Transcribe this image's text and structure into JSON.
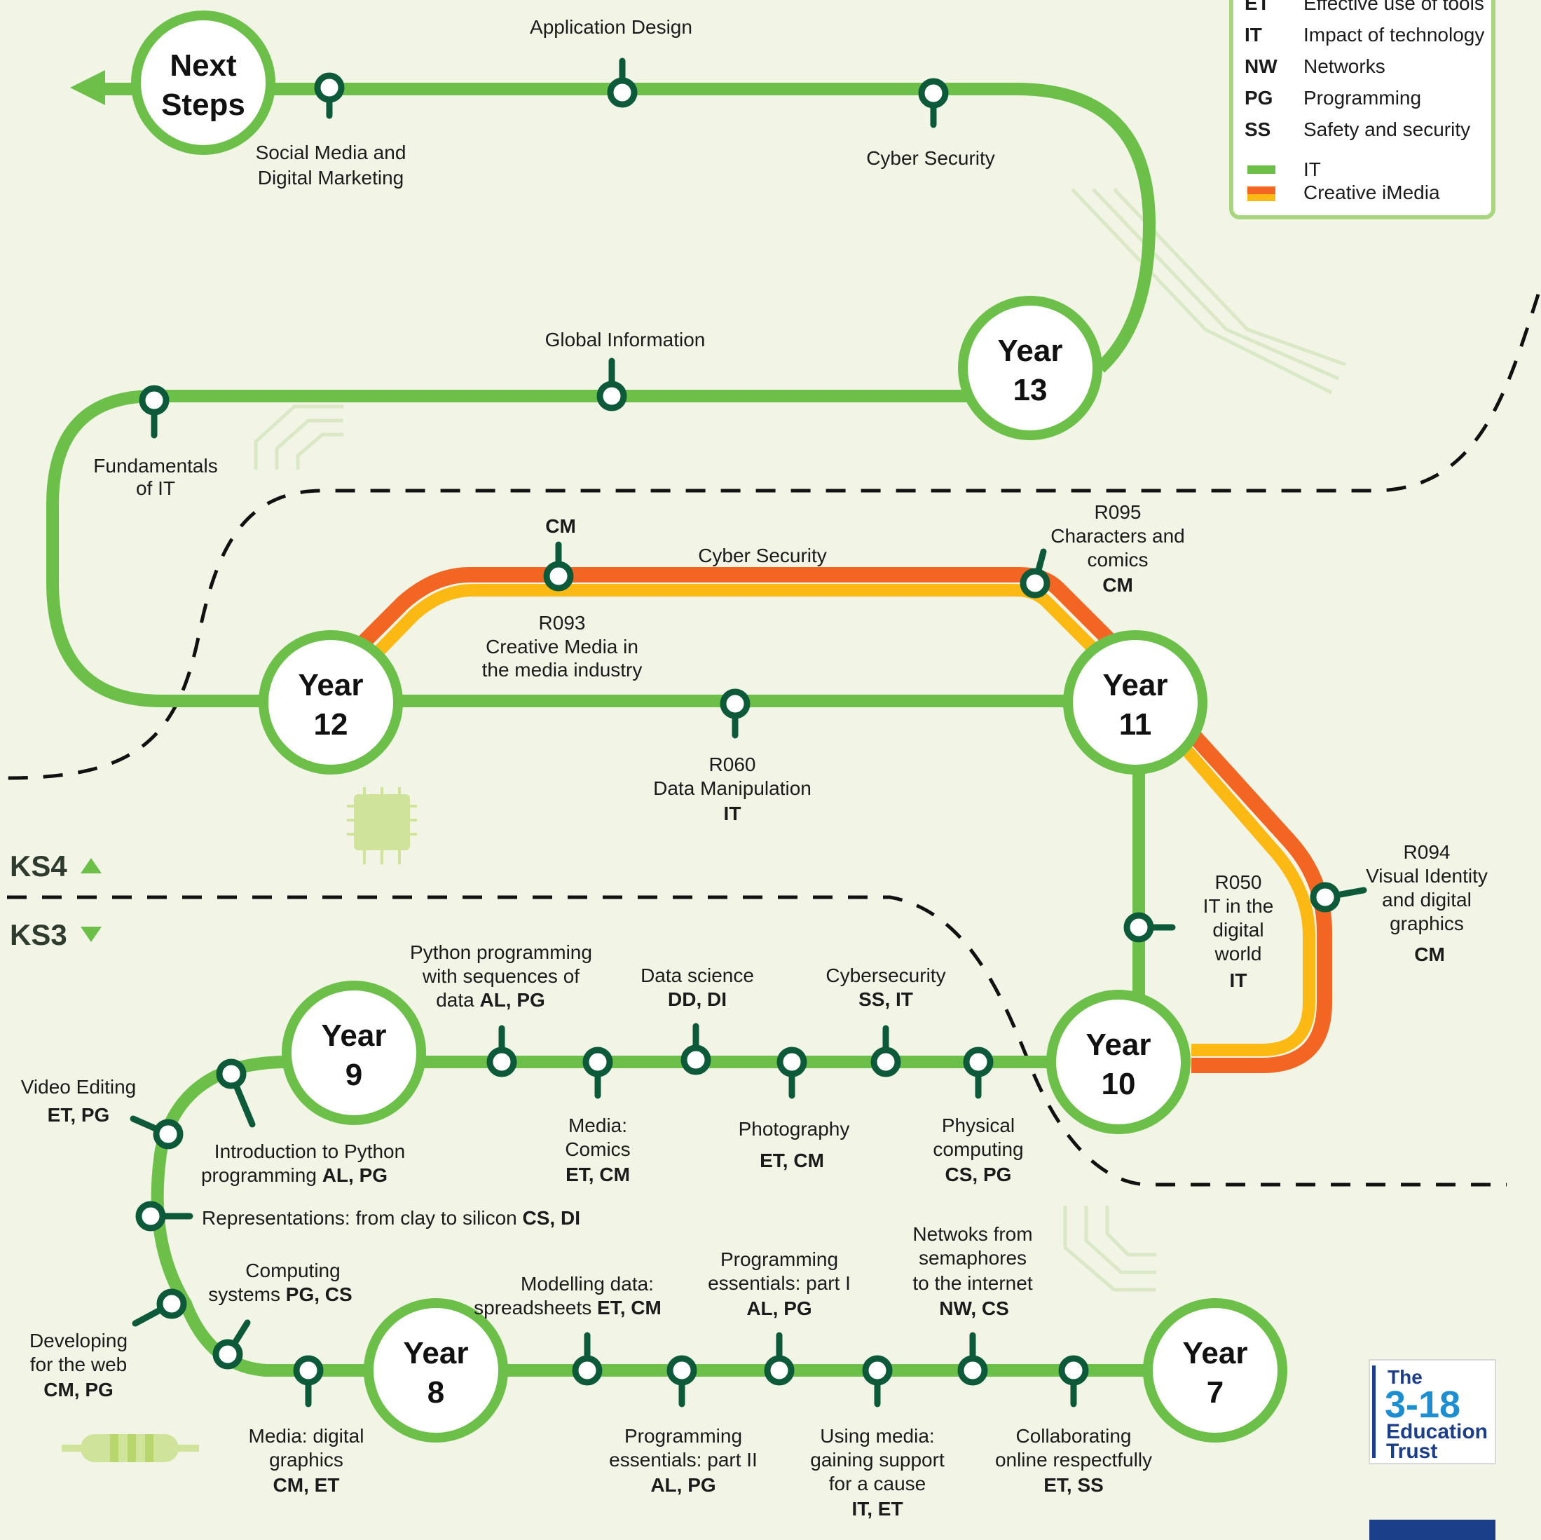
{
  "stations": {
    "next_steps": {
      "line1": "Next",
      "line2": "Steps"
    },
    "y13": {
      "line1": "Year",
      "line2": "13"
    },
    "y12": {
      "line1": "Year",
      "line2": "12"
    },
    "y11": {
      "line1": "Year",
      "line2": "11"
    },
    "y10": {
      "line1": "Year",
      "line2": "10"
    },
    "y9": {
      "line1": "Year",
      "line2": "9"
    },
    "y8": {
      "line1": "Year",
      "line2": "8"
    },
    "y7": {
      "line1": "Year",
      "line2": "7"
    }
  },
  "stops": {
    "social_media": {
      "l1": "Social Media and",
      "l2": "Digital Marketing"
    },
    "app_design": {
      "l1": "Application Design"
    },
    "cyber_y13": {
      "l1": "Cyber Security"
    },
    "global_info": {
      "l1": "Global Information"
    },
    "fundamentals": {
      "l1": "Fundamentals",
      "l2": "of IT"
    },
    "cm_top": {
      "code": "CM"
    },
    "cyber_y12": {
      "l1": "Cyber Security"
    },
    "r095": {
      "l1": "R095",
      "l2": "Characters and",
      "l3": "comics",
      "code": "CM"
    },
    "r093": {
      "l1": "R093",
      "l2": "Creative Media in",
      "l3": "the media industry"
    },
    "r060": {
      "l1": "R060",
      "l2": "Data Manipulation",
      "code": "IT"
    },
    "r050": {
      "l1": "R050",
      "l2": "IT in the",
      "l3": "digital",
      "l4": "world",
      "code": "IT"
    },
    "r094": {
      "l1": "R094",
      "l2": "Visual Identity",
      "l3": "and digital",
      "l4": "graphics",
      "code": "CM"
    },
    "python_seq": {
      "l1": "Python programming",
      "l2": "with sequences of",
      "l3": "data ",
      "code": "AL, PG"
    },
    "data_science": {
      "l1": "Data science",
      "code": "DD, DI"
    },
    "cybersecurity": {
      "l1": "Cybersecurity",
      "code": "SS, IT"
    },
    "media_comics": {
      "l1": "Media:",
      "l2": "Comics",
      "code": "ET, CM"
    },
    "photography": {
      "l1": "Photography",
      "code": "ET, CM"
    },
    "physical": {
      "l1": "Physical",
      "l2": "computing",
      "code": "CS, PG"
    },
    "video_editing": {
      "l1": "Video Editing",
      "code": "ET, PG"
    },
    "intro_python": {
      "l1": "Introduction to Python",
      "l2": "programming ",
      "code": "AL, PG"
    },
    "representations": {
      "l1": "Representations: from clay to silicon ",
      "code": "CS, DI"
    },
    "computing_systems": {
      "l1": "Computing",
      "l2": "systems ",
      "code": "PG, CS"
    },
    "developing_web": {
      "l1": "Developing",
      "l2": "for the web",
      "code": "CM, PG"
    },
    "media_digital": {
      "l1": "Media: digital",
      "l2": "graphics",
      "code": "CM, ET"
    },
    "modelling": {
      "l1": "Modelling data:",
      "l2": "spreadsheets ",
      "code": "ET, CM"
    },
    "prog_ess_1": {
      "l1": "Programming",
      "l2": "essentials: part I",
      "code": "AL, PG"
    },
    "networks": {
      "l1": "Netwoks from",
      "l2": "semaphores",
      "l3": "to the internet",
      "code": "NW, CS"
    },
    "prog_ess_2": {
      "l1": "Programming",
      "l2": "essentials: part II",
      "code": "AL, PG"
    },
    "using_media": {
      "l1": "Using media:",
      "l2": "gaining support",
      "l3": "for a cause",
      "code": "IT, ET"
    },
    "collaborating": {
      "l1": "Collaborating",
      "l2": "online respectfully",
      "code": "ET, SS"
    }
  },
  "key_stages": {
    "ks4": "KS4",
    "ks3": "KS3"
  },
  "legend": {
    "items": [
      {
        "abbr": "ET",
        "text": "Effective use of tools"
      },
      {
        "abbr": "IT",
        "text": "Impact of technology"
      },
      {
        "abbr": "NW",
        "text": "Networks"
      },
      {
        "abbr": "PG",
        "text": "Programming"
      },
      {
        "abbr": "SS",
        "text": "Safety and security"
      }
    ],
    "line_it": "IT",
    "line_imedia": "Creative iMedia"
  },
  "logo": {
    "l1": "The",
    "l2": "3-18",
    "l3": "Education",
    "l4": "Trust"
  },
  "colors": {
    "line_green": "#6cc04a",
    "stop_dark": "#0c5a3a",
    "imedia_orange": "#f26522",
    "imedia_yellow": "#fdb913",
    "background": "#f2f5e6"
  }
}
